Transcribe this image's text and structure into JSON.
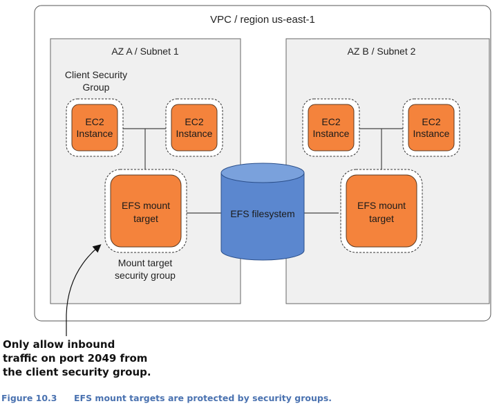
{
  "vpc": {
    "label": "VPC / region us-east-1"
  },
  "subnets": [
    {
      "label": "AZ A / Subnet 1",
      "client_group_label": [
        "Client Security",
        "Group"
      ],
      "instances": [
        {
          "lines": [
            "EC2",
            "Instance"
          ]
        },
        {
          "lines": [
            "EC2",
            "Instance"
          ]
        }
      ],
      "mount_target": {
        "lines": [
          "EFS mount",
          "target"
        ]
      },
      "mount_group_label": [
        "Mount target",
        "security group"
      ]
    },
    {
      "label": "AZ B / Subnet 2",
      "instances": [
        {
          "lines": [
            "EC2",
            "Instance"
          ]
        },
        {
          "lines": [
            "EC2",
            "Instance"
          ]
        }
      ],
      "mount_target": {
        "lines": [
          "EFS mount",
          "target"
        ]
      }
    }
  ],
  "filesystem": {
    "label": "EFS filesystem"
  },
  "annotation": {
    "lines": [
      "Only allow inbound",
      "traffic on port 2049 from",
      "the client security group."
    ]
  },
  "caption": {
    "figure": "Figure 10.3",
    "text": "EFS mount targets are protected by security groups."
  },
  "colors": {
    "orange": "#f4833c",
    "orange_border": "#5a3a22",
    "cylinder": "#5b87cf",
    "cylinder_top": "#7aa1dc",
    "subnet_fill": "#f0f0f0",
    "caption": "#4a72b0"
  }
}
